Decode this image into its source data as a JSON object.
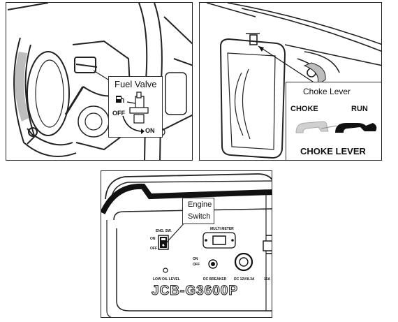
{
  "fuel_valve": {
    "title": "Fuel Valve",
    "off": "OFF",
    "on": "ON"
  },
  "choke": {
    "callout": "Choke Lever",
    "choke": "CHOKE",
    "run": "RUN",
    "bottom": "CHOKE LEVER"
  },
  "engine": {
    "callout_line1": "Engine",
    "callout_line2": "Switch",
    "eng_sw": "ENG. SW.",
    "on": "ON",
    "off": "OFF",
    "multi_meter": "MULTI METER",
    "low_oil": "LOW OIL LEVEL",
    "dc_breaker_on": "ON",
    "dc_breaker_off": "OFF",
    "dc_breaker": "DC BREAKER",
    "dc_out": "DC 12V/8.3A",
    "amp": "16A",
    "model": "JCB-G3600P"
  },
  "colors": {
    "line": "#222222",
    "shade": "#bdbdbd"
  }
}
